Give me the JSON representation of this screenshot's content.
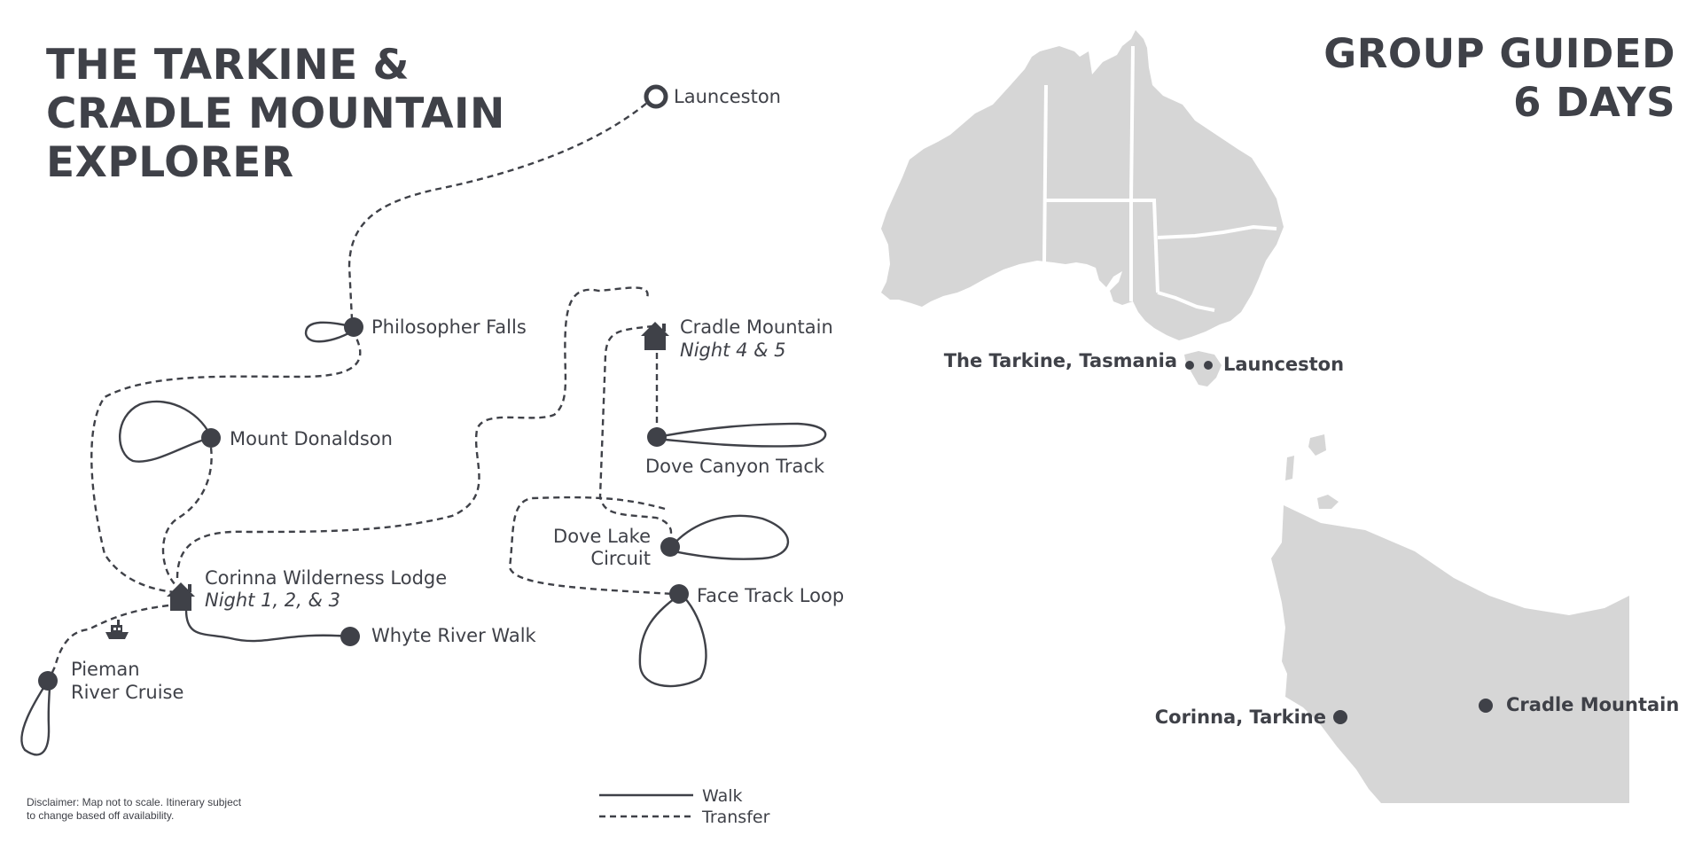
{
  "title": {
    "line1": "THE TARKINE &",
    "line2": "CRADLE MOUNTAIN",
    "line3": "EXPLORER"
  },
  "tour": {
    "line1": "GROUP GUIDED",
    "line2": "6 DAYS"
  },
  "stops": {
    "launceston": "Launceston",
    "philosopher_falls": "Philosopher Falls",
    "mount_donaldson": "Mount Donaldson",
    "corinna_lodge": "Corinna Wilderness  Lodge",
    "corinna_nights": "Night 1, 2, & 3",
    "whyte_river": "Whyte River Walk",
    "pieman_line1": "Pieman",
    "pieman_line2": "River Cruise",
    "cradle_mountain": "Cradle Mountain",
    "cradle_nights": "Night 4 & 5",
    "dove_canyon": "Dove Canyon Track",
    "dove_lake_line1": "Dove Lake",
    "dove_lake_line2": "Circuit",
    "face_track": "Face Track Loop"
  },
  "legend": {
    "walk": "Walk",
    "transfer": "Transfer"
  },
  "disclaimer": {
    "line1": "Disclaimer: Map not to scale. Itinerary subject",
    "line2": "to change based off availability."
  },
  "overview_map": {
    "tarkine": "The Tarkine, Tasmania",
    "launceston": "Launceston"
  },
  "inset_map": {
    "corinna": "Corinna, Tarkine",
    "cradle": "Cradle Mountain"
  },
  "colors": {
    "ink": "#3f4148",
    "land": "#d6d6d6",
    "background": "#ffffff"
  },
  "icons": [
    "lodge-house-icon",
    "ferry-boat-icon",
    "stop-dot-icon",
    "start-ring-icon"
  ]
}
